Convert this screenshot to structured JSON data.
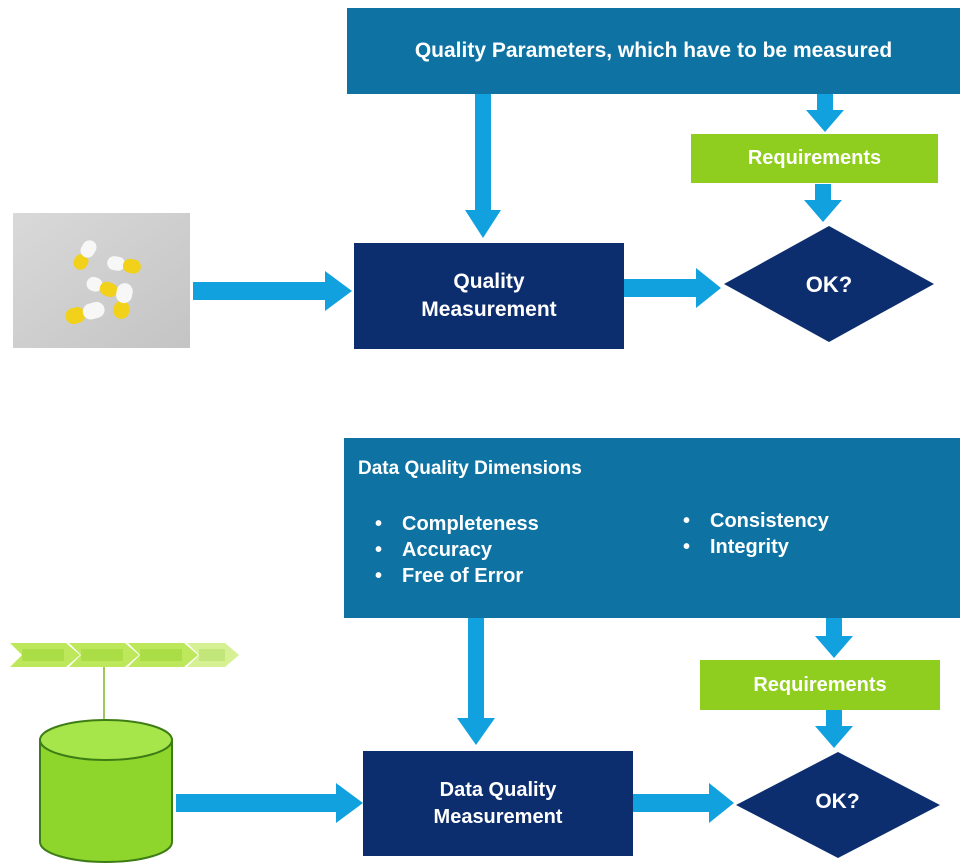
{
  "top": {
    "parameters_box": "Quality Parameters, which have to be measured",
    "requirements": "Requirements",
    "measurement_line1": "Quality",
    "measurement_line2": "Measurement",
    "decision": "OK?"
  },
  "bottom": {
    "dimensions_title": "Data Quality Dimensions",
    "dimensions_col1": [
      "Completeness",
      "Accuracy",
      "Free of Error"
    ],
    "dimensions_col2": [
      "Consistency",
      "Integrity"
    ],
    "requirements": "Requirements",
    "measurement_line1": "Data Quality",
    "measurement_line2": "Measurement",
    "decision": "OK?"
  },
  "colors": {
    "teal": "#0e73a3",
    "navy": "#0c2d6e",
    "lime": "#8fcd1e",
    "arrow": "#12a1df"
  }
}
